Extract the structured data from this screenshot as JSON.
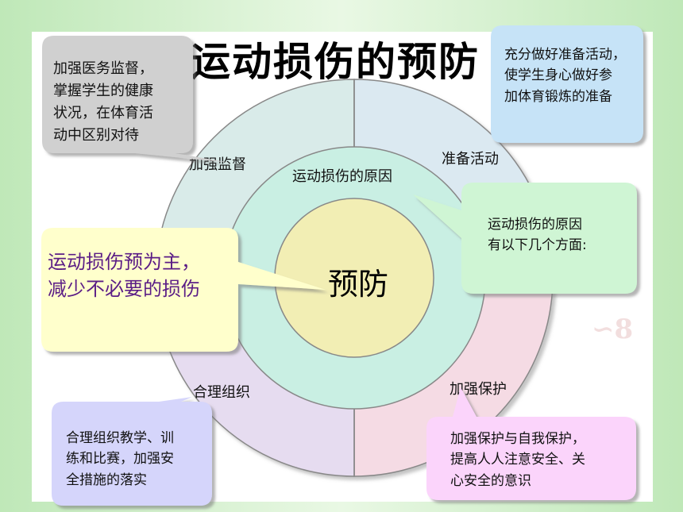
{
  "title": "运动损伤的预防",
  "center": "预防",
  "middle_ring": "运动损伤的原因",
  "segments": {
    "top_left": "加强监督",
    "top_right": "准备活动",
    "bottom_left": "合理组织",
    "bottom_right": "加强保护"
  },
  "callouts": {
    "supervision": [
      "加强医务监督，",
      "掌握学生的健康",
      "状况，在体育活",
      "动中区别对待"
    ],
    "warmup": [
      "充分做好准备活动，",
      "使学生身心做好参",
      "加体育锻炼的准备"
    ],
    "causes": [
      "运动损伤的原因",
      "有以下几个方面:"
    ],
    "prevention": [
      "运动损伤预为主，",
      "减少不必要的损伤"
    ],
    "organize": [
      "合理组织教学、训",
      "练和比赛，加强安",
      "全措施的落实"
    ],
    "protect": [
      "加强保护与自我保护，",
      "提高人人注意安全、关",
      "心安全的意识"
    ]
  },
  "colors": {
    "q_top_left": "#d9ebe9",
    "q_top_right": "#dbe9f1",
    "q_bottom_left": "#e6dcf0",
    "q_bottom_right": "#f5dbe4",
    "middle": "#c9efe3",
    "center": "#f2eeb4",
    "callout_gray": "#d0d0d0",
    "callout_blue": "#c6e3f7",
    "callout_green": "#cff5d4",
    "callout_yellow": "#ffffcc",
    "callout_lavender": "#d5d5fb",
    "callout_pink": "#fbd4fb",
    "prevention_text": "#5b1d86"
  }
}
